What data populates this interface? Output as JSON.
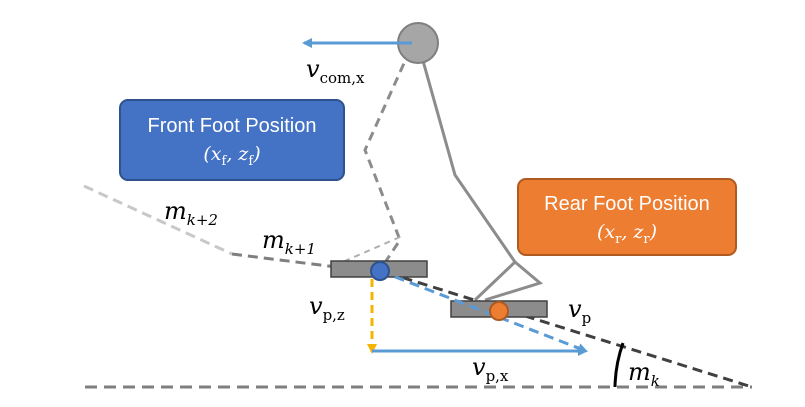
{
  "boxes": {
    "front": {
      "title": "Front Foot Position",
      "sub": "(x",
      "sub_a": "f",
      "sub_mid": ", z",
      "sub_b": "f",
      "sub_end": ")"
    },
    "rear": {
      "title": "Rear Foot Position",
      "sub": "(x",
      "sub_a": "r",
      "sub_mid": ", z",
      "sub_b": "r",
      "sub_end": ")"
    }
  },
  "labels": {
    "v_com": {
      "base": "v",
      "sub": "com,x"
    },
    "m_k2": {
      "base": "m",
      "sub": "k+2"
    },
    "m_k1": {
      "base": "m",
      "sub": "k+1"
    },
    "m_k": {
      "base": "m",
      "sub": "k"
    },
    "v_pz": {
      "base": "v",
      "sub": "p,z"
    },
    "v_px": {
      "base": "v",
      "sub": "p,x"
    },
    "v_p": {
      "base": "v",
      "sub": "p"
    }
  },
  "colors": {
    "front_box": "#4472c4",
    "rear_box": "#ed7d31",
    "velocity_arrow": "#5b9bd5",
    "vertical_arrow": "#f4b400",
    "leg_gray": "#8c8c8c",
    "terrain_dark": "#404040",
    "terrain_light": "#bfbfbf",
    "front_foot": "#4472c4",
    "rear_foot": "#ed7d31"
  }
}
